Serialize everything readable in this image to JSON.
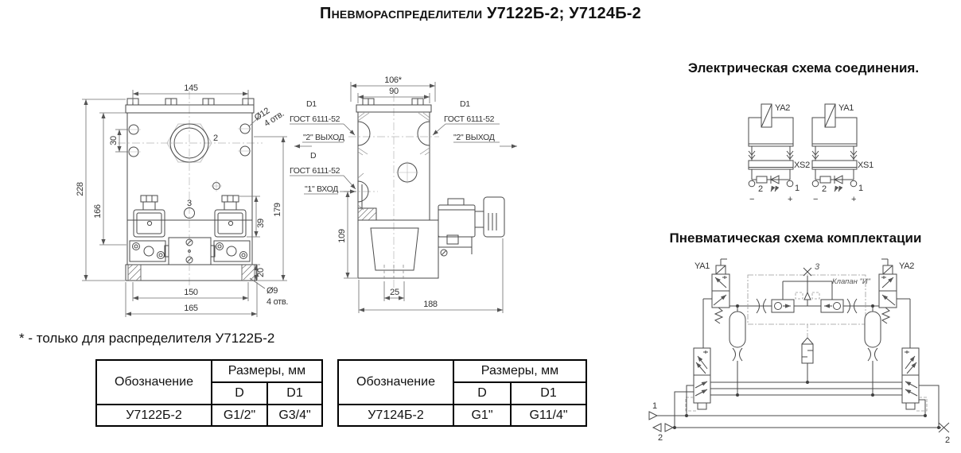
{
  "title": "Пневмораспределители У7122Б-2; У7124Б-2",
  "note": "* - только для распределителя У7122Б-2",
  "front": {
    "d145": "145",
    "d30": "30",
    "d166": "166",
    "d228": "228",
    "d179": "179",
    "d39": "39",
    "d20": "20",
    "d150": "150",
    "d165": "165",
    "phi12": "Ø12",
    "phi12_qty": "4 отв.",
    "phi9": "Ø9",
    "phi9_qty": "4 отв.",
    "m2": "2",
    "m3": "3"
  },
  "side": {
    "d106": "106*",
    "d90": "90",
    "d109": "109",
    "d25": "25",
    "d188": "188",
    "out_l_d": "D1",
    "out_l_g": "ГОСТ 6111-52",
    "out_l_n": "\"2\" ВЫХОД",
    "in_d": "D",
    "in_g": "ГОСТ 6111-52",
    "in_n": "\"1\" ВХОД",
    "out_r_d": "D1",
    "out_r_g": "ГОСТ 6111-52",
    "out_r_n": "\"2\" ВЫХОД"
  },
  "elec": {
    "heading": "Электрическая схема соединения.",
    "left": {
      "coil": "YA2",
      "conn": "XS2",
      "t2": "2",
      "t1": "1",
      "neg": "−",
      "pos": "+"
    },
    "right": {
      "coil": "YA1",
      "conn": "XS1",
      "t2": "2",
      "t1": "1",
      "neg": "−",
      "pos": "+"
    }
  },
  "pneu": {
    "heading": "Пневматическая схема комплектации",
    "valve_left": "YA1",
    "valve_right": "YA2",
    "exhaust": "3",
    "and_valve": "Клапан \"И\"",
    "port1": "1",
    "port2_left": "2",
    "port2_right": "2"
  },
  "tables": [
    {
      "designation_header": "Обозначение",
      "sizes_header": "Размеры, мм",
      "d_header": "D",
      "d1_header": "D1",
      "model": "У7122Б-2",
      "d": "G1/2\"",
      "d1": "G3/4\""
    },
    {
      "designation_header": "Обозначение",
      "sizes_header": "Размеры, мм",
      "d_header": "D",
      "d1_header": "D1",
      "model": "У7124Б-2",
      "d": "G1\"",
      "d1": "G11/4\""
    }
  ]
}
